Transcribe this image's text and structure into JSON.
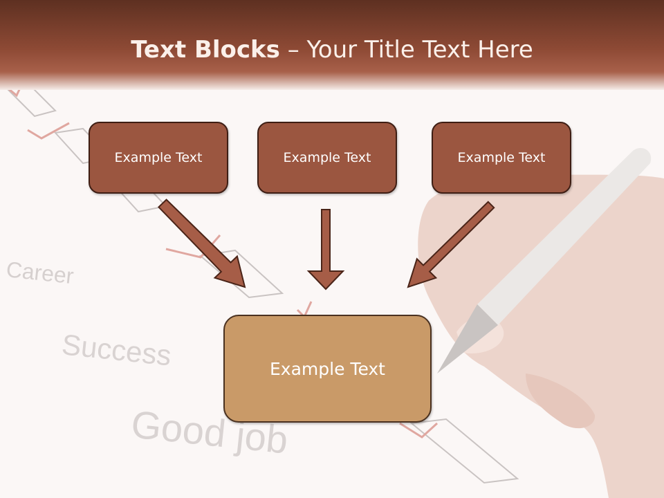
{
  "slide": {
    "title_bold": "Text Blocks",
    "title_sep": " – ",
    "title_rest": "Your Title Text Here",
    "boxes": [
      "Example Text",
      "Example Text",
      "Example Text"
    ],
    "main_box": "Example Text"
  },
  "background": {
    "words": [
      "Career",
      "Success",
      "Good job"
    ]
  },
  "colors": {
    "header": "#8e4a35",
    "box_fill": "#9b5640",
    "main_box_fill": "#c99a68",
    "arrow_fill": "#a65d47"
  }
}
